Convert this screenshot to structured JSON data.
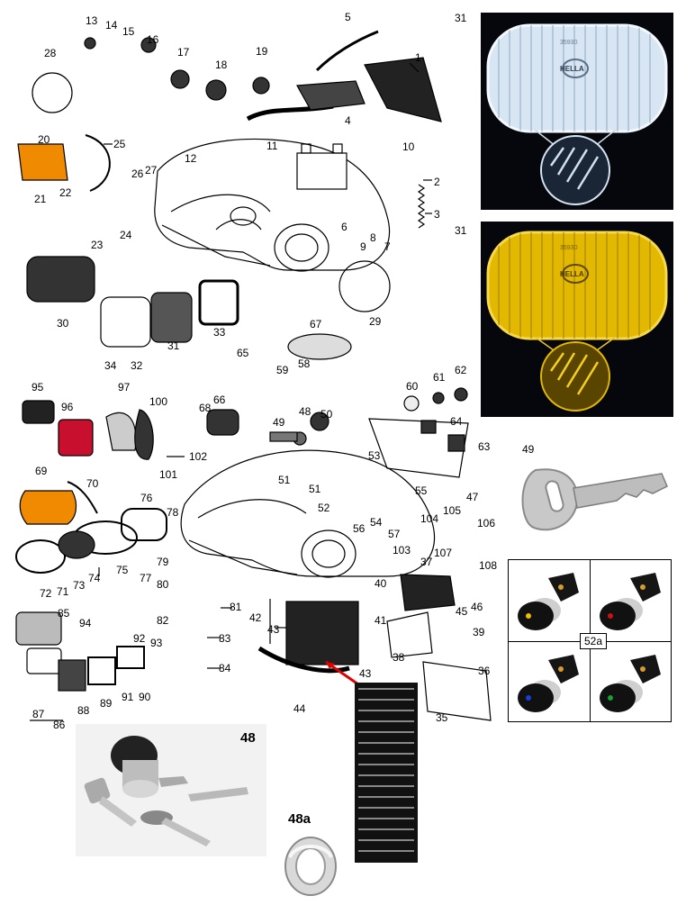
{
  "parts": {
    "p1": "1",
    "p2": "2",
    "p3": "3",
    "p4": "4",
    "p5": "5",
    "p6": "6",
    "p7": "7",
    "p8": "8",
    "p9": "9",
    "p10": "10",
    "p11": "11",
    "p12": "12",
    "p13": "13",
    "p14": "14",
    "p15": "15",
    "p16": "16",
    "p17": "17",
    "p18": "18",
    "p19": "19",
    "p20": "20",
    "p21": "21",
    "p22": "22",
    "p23": "23",
    "p24": "24",
    "p25": "25",
    "p26": "26",
    "p27": "27",
    "p28": "28",
    "p29": "29",
    "p30": "30",
    "p31": "31",
    "p32": "32",
    "p33": "33",
    "p34": "34",
    "p35": "35",
    "p36": "36",
    "p37": "37",
    "p38": "38",
    "p39": "39",
    "p40": "40",
    "p41": "41",
    "p42": "42",
    "p43": "43",
    "p44": "44",
    "p45": "45",
    "p46": "46",
    "p47": "47",
    "p48": "48",
    "p49": "49",
    "p50": "50",
    "p51": "51",
    "p52": "52",
    "p53": "53",
    "p54": "54",
    "p55": "55",
    "p56": "56",
    "p57": "57",
    "p58": "58",
    "p59": "59",
    "p60": "60",
    "p61": "61",
    "p62": "62",
    "p63": "63",
    "p64": "64",
    "p65": "65",
    "p66": "66",
    "p67": "67",
    "p68": "68",
    "p69": "69",
    "p70": "70",
    "p71": "71",
    "p72": "72",
    "p73": "73",
    "p74": "74",
    "p75": "75",
    "p76": "76",
    "p77": "77",
    "p78": "78",
    "p79": "79",
    "p80": "80",
    "p81": "81",
    "p82": "82",
    "p83": "83",
    "p84": "84",
    "p85": "85",
    "p86": "86",
    "p87": "87",
    "p88": "88",
    "p89": "89",
    "p90": "90",
    "p91": "91",
    "p92": "92",
    "p93": "93",
    "p94": "94",
    "p95": "95",
    "p96": "96",
    "p97": "97",
    "p100": "100",
    "p101": "101",
    "p102": "102",
    "p103": "103",
    "p104": "104",
    "p105": "105",
    "p106": "106",
    "p107": "107",
    "p108": "108"
  },
  "photos": {
    "clear_lens_label": "31",
    "yellow_lens_label": "31",
    "key_label": "49",
    "switches_label": "52a",
    "ignition_label": "48",
    "bezel_label": "48a",
    "decal_label": "43",
    "lens_brand": "HELLA",
    "lens_code": "35930"
  },
  "colors": {
    "lens_bg": "#05070c",
    "clear_lens": "#d8e6f4",
    "yellow_lens": "#e2b800",
    "amber": "#f08a00",
    "red_reflector": "#c8102e"
  }
}
